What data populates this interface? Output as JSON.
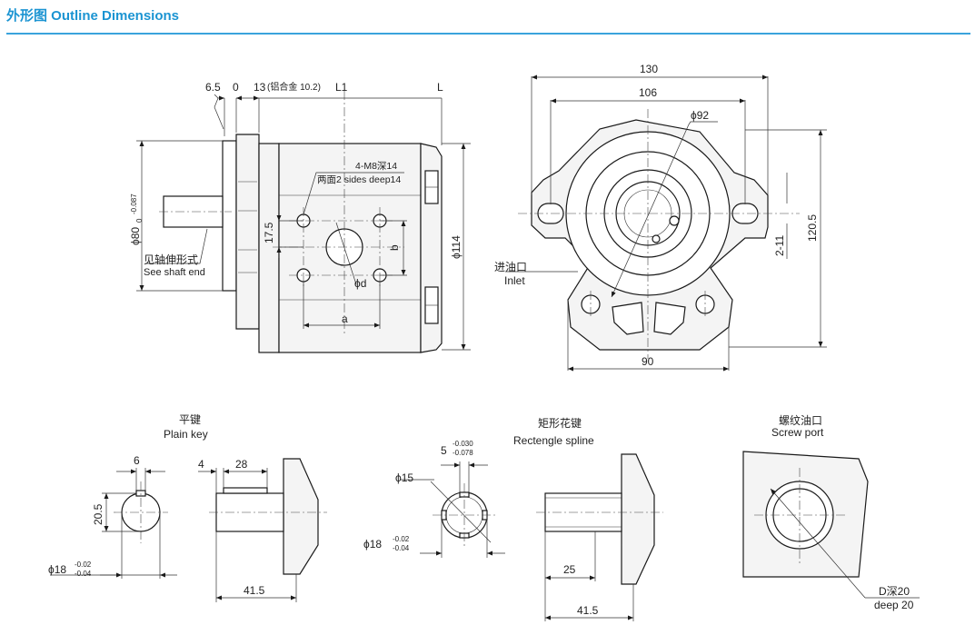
{
  "header": {
    "title": "外形图 Outline Dimensions",
    "accent_color": "#1b94d2"
  },
  "side_view": {
    "dim_6_5": "6.5",
    "dim_0": "0",
    "dim_13": "13",
    "dim_13_note": "(铝合金 10.2)",
    "dim_L1": "L1",
    "dim_L": "L",
    "thread_cn": "4-M8深14",
    "thread_en": "两面2 sides deep14",
    "dim_17_5": "17.5",
    "dim_b": "b",
    "dim_a": "a",
    "dim_d": "ϕd",
    "dim_phi80": "ϕ80",
    "dim_phi80_tol": "-0.087",
    "dim_phi80_tol_upper": "0",
    "dim_phi114": "ϕ114",
    "shaft_cn": "见轴伸形式",
    "shaft_en": "See shaft end"
  },
  "front_view": {
    "dim_130": "130",
    "dim_106": "106",
    "dim_phi92": "ϕ92",
    "dim_120_5": "120.5",
    "dim_2_11": "2-11",
    "dim_90": "90",
    "inlet_cn": "进油口",
    "inlet_en": "Inlet"
  },
  "plain_key": {
    "title_cn": "平键",
    "title_en": "Plain  key",
    "dim_6": "6",
    "dim_20_5": "20.5",
    "dim_4": "4",
    "dim_28": "28",
    "dim_phi18": "ϕ18",
    "tol_upper": "-0.02",
    "tol_lower": "-0.04",
    "dim_41_5": "41.5"
  },
  "spline": {
    "title_cn": "矩形花键",
    "title_en": "Rectengle  spline",
    "dim_5": "5",
    "tol5_upper": "-0.030",
    "tol5_lower": "-0.078",
    "dim_phi15": "ϕ15",
    "dim_phi18": "ϕ18",
    "tol_upper": "-0.02",
    "tol_lower": "-0.04",
    "dim_25": "25",
    "dim_41_5": "41.5"
  },
  "screw_port": {
    "title_cn": "螺纹油口",
    "title_en": "Screw port",
    "depth_cn": "D深20",
    "depth_en": "deep 20"
  }
}
